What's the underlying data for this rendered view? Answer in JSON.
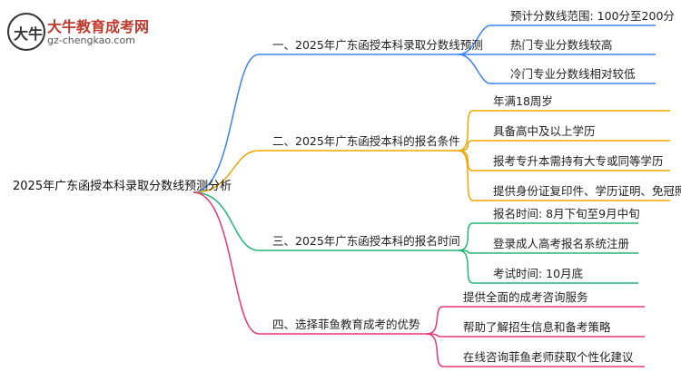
{
  "logo": {
    "glyph": "大牛",
    "title": "大牛教育成考网",
    "url": "gz-chengkao.com"
  },
  "root": "2025年广东函授本科录取分数线预测分析",
  "branches": [
    {
      "label": "一、2025年广东函授本科录取分数线预测",
      "color": "#3b82f6",
      "children": [
        "预计分数线范围: 100分至200分",
        "热门专业分数线较高",
        "冷门专业分数线相对较低"
      ]
    },
    {
      "label": "二、2025年广东函授本科的报名条件",
      "color": "#f0a500",
      "children": [
        "年满18周岁",
        "具备高中及以上学历",
        "报考专升本需持有大专或同等学历",
        "提供身份证复印件、学历证明、免冠照片"
      ]
    },
    {
      "label": "三、2025年广东函授本科的报名时间",
      "color": "#22b573",
      "children": [
        "报名时间: 8月下旬至9月中旬",
        "登录成人高考报名系统注册",
        "考试时间: 10月底"
      ]
    },
    {
      "label": "四、选择菲鱼教育成考的优势",
      "color": "#e8367a",
      "children": [
        "提供全面的成考咨询服务",
        "帮助了解招生信息和备考策略",
        "在线咨询菲鱼老师获取个性化建议"
      ]
    }
  ]
}
